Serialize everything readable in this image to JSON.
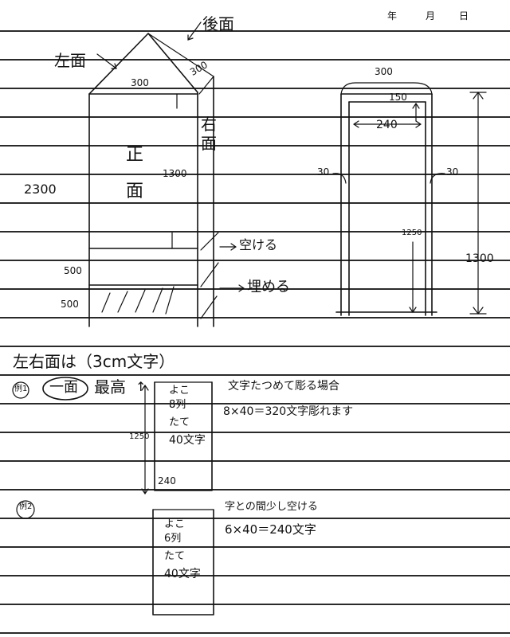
{
  "header": {
    "year": "年",
    "month": "月",
    "day": "日"
  },
  "front_elevation": {
    "back_face": "後面",
    "left_face": "左面",
    "right_face": "右面",
    "front_face_top": "正",
    "front_face_bottom": "面",
    "roof_width_left": "300",
    "roof_width_right": "300",
    "inner_height": "1300",
    "total_height": "2300",
    "lower_height_1": "500",
    "lower_height_2": "500",
    "open_space_note": "空ける",
    "bury_note": "埋める"
  },
  "side_section": {
    "outer_width": "300",
    "top_height": "150",
    "inner_width": "240",
    "wall_left": "30",
    "wall_right": "30",
    "inner_height": "1250",
    "outer_height": "1300"
  },
  "notes": {
    "heading": "左右面は（3cm文字）",
    "example1_num": "例1",
    "example1_circled": "一面",
    "example1_label": "最高",
    "example1_note": "文字たつめて彫る場合",
    "example1_formula": "8×40＝320文字彫れます",
    "example1_height": "1250",
    "example1_width": "240",
    "example2_num": "例2",
    "example2_note": "字との間少し空ける",
    "example2_formula": "6×40＝240文字",
    "box1": {
      "line1": "よこ",
      "line2": "8列",
      "line3": "たて",
      "line4": "40文字"
    },
    "box2": {
      "line1": "よこ",
      "line2": "6列",
      "line3": "たて",
      "line4": "40文字"
    }
  }
}
